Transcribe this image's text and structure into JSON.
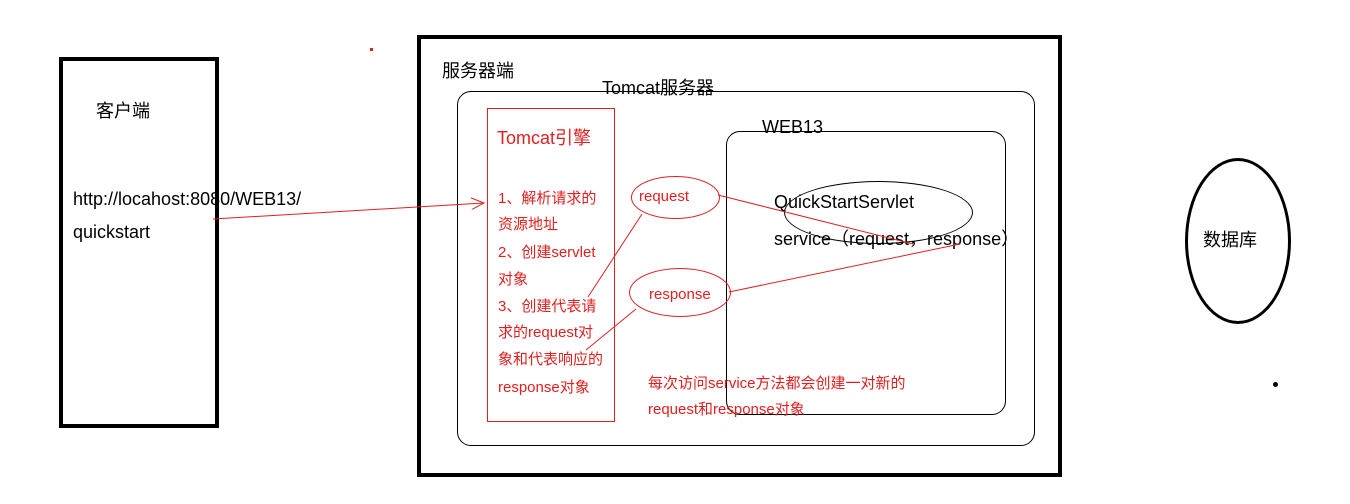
{
  "client": {
    "label": "客户端",
    "url_line1": "http://locahost:8080/WEB13/",
    "url_line2": "quickstart"
  },
  "server": {
    "label": "服务器端"
  },
  "tomcat": {
    "label": "Tomcat服务器"
  },
  "engine": {
    "title": "Tomcat引擎",
    "lines": [
      "1、解析请求的",
      "资源地址",
      "2、创建servlet",
      "对象",
      "3、创建代表请",
      "求的request对",
      "象和代表响应的",
      "response对象"
    ]
  },
  "web13": {
    "label": "WEB13"
  },
  "servlet": {
    "name": "QuickStartServlet",
    "method": "service（request，response）"
  },
  "request": {
    "label": "request"
  },
  "response": {
    "label": "response"
  },
  "note": {
    "line1": "每次访问service方法都会创建一对新的",
    "line2": "request和response对象"
  },
  "database": {
    "label": "数据库"
  },
  "colors": {
    "red": "#e02020",
    "black": "#000000"
  }
}
